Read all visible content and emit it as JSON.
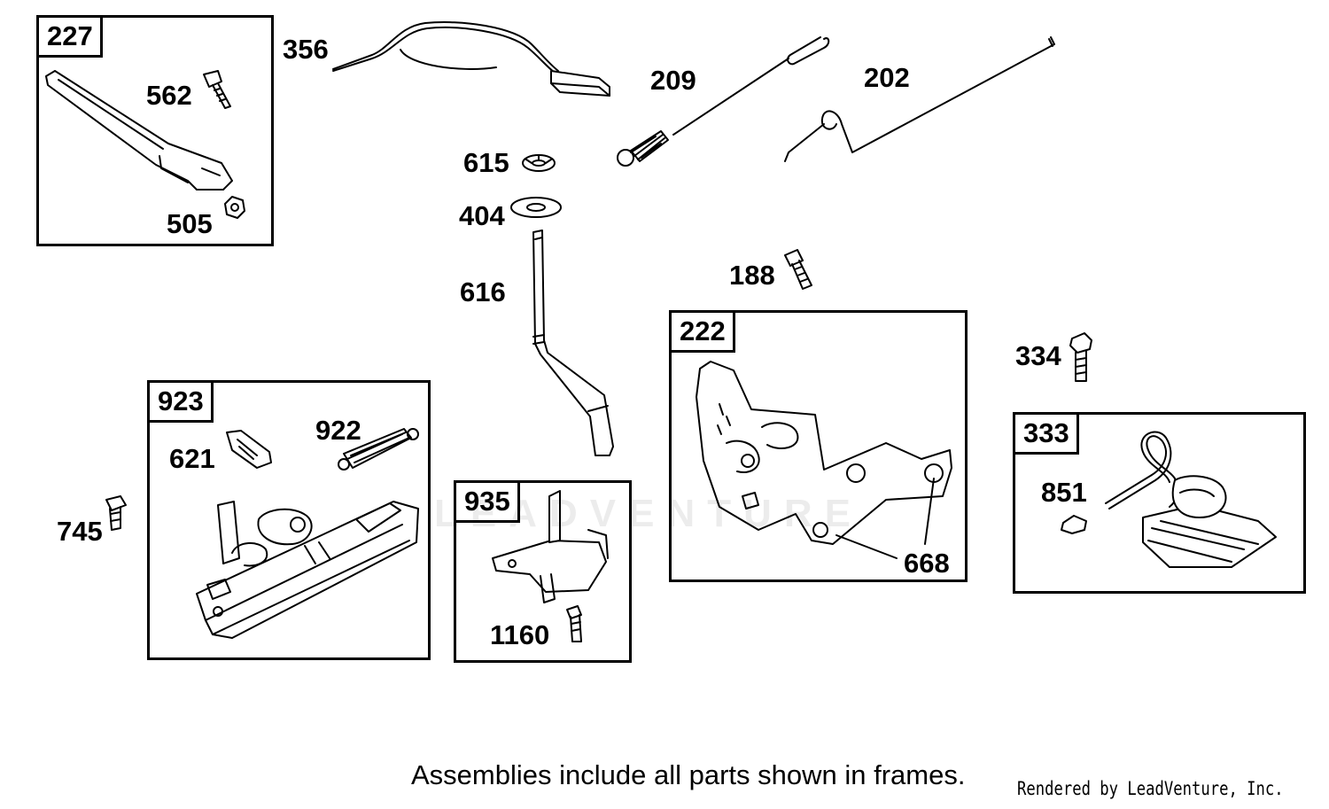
{
  "frames": {
    "f227": "227",
    "f923": "923",
    "f935": "935",
    "f222": "222",
    "f333": "333"
  },
  "callouts": {
    "c356": "356",
    "c562": "562",
    "c505": "505",
    "c209": "209",
    "c202": "202",
    "c615": "615",
    "c404": "404",
    "c616": "616",
    "c188": "188",
    "c334": "334",
    "c922": "922",
    "c621": "621",
    "c745": "745",
    "c1160": "1160",
    "c668": "668",
    "c851": "851"
  },
  "footer": {
    "note": "Assemblies include all parts shown in frames.",
    "credit": "Rendered by LeadVenture, Inc."
  },
  "watermark": "LEADVENTURE"
}
